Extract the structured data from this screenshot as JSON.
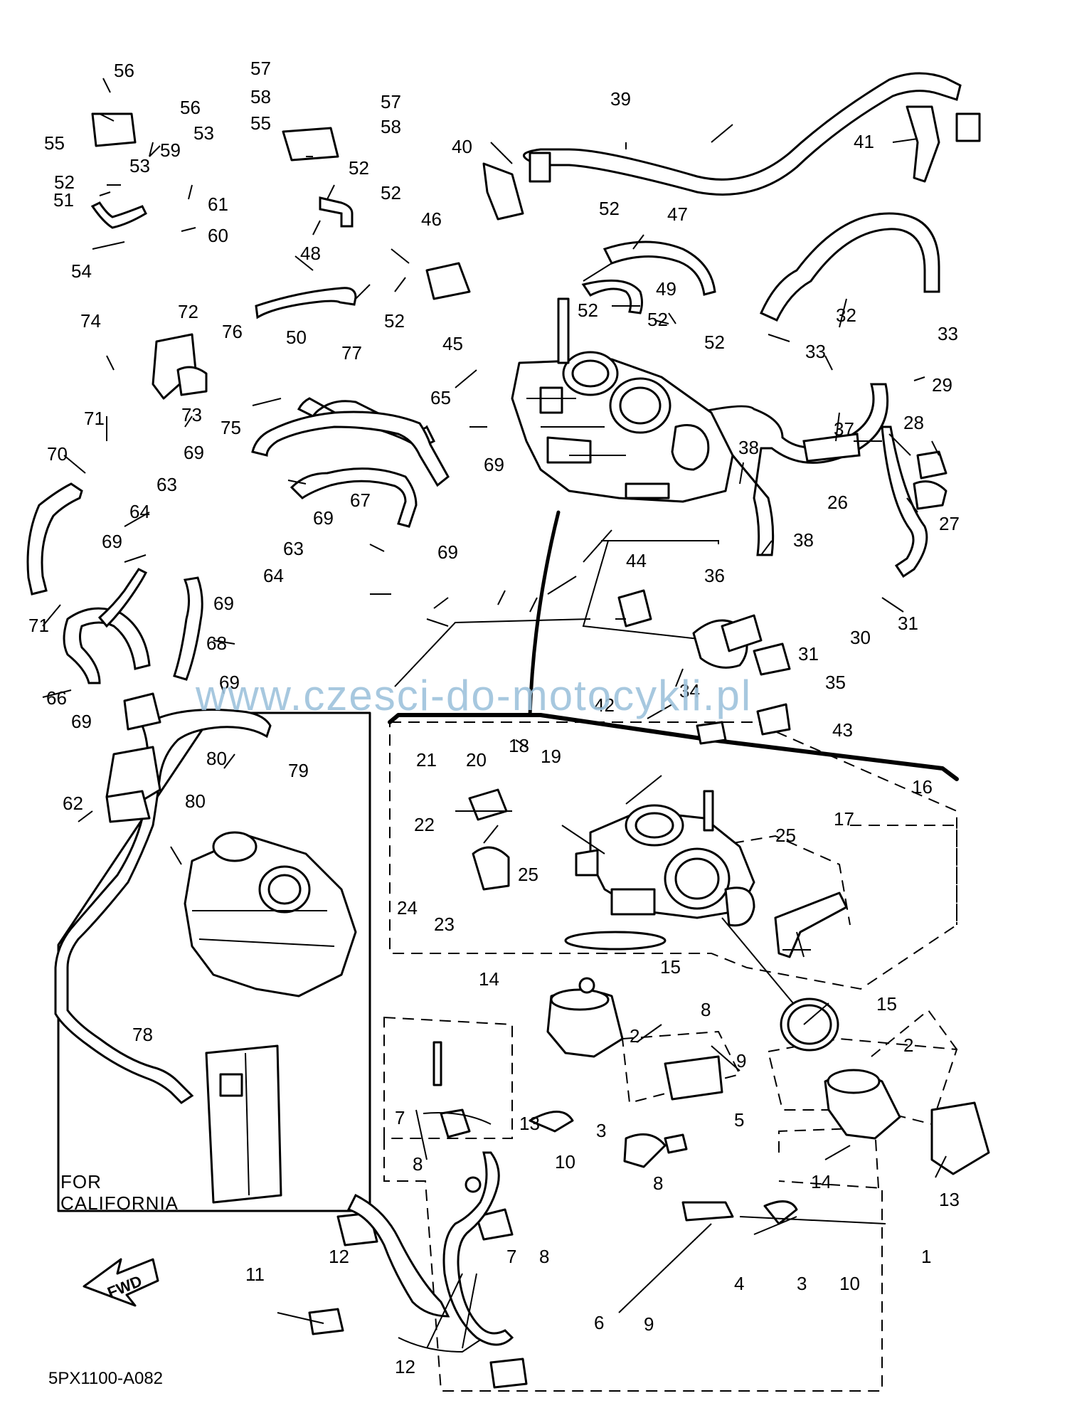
{
  "diagram": {
    "code": "5PX1100-A082",
    "watermark": "www.czesci-do-motocykli.pl",
    "california_label_line1": "FOR",
    "california_label_line2": "CALIFORNIA",
    "direction_label": "FWD"
  },
  "callouts": {
    "c1": "1",
    "c2a": "2",
    "c2b": "2",
    "c3a": "3",
    "c3b": "3",
    "c4": "4",
    "c5": "5",
    "c6": "6",
    "c7a": "7",
    "c7b": "7",
    "c8a": "8",
    "c8b": "8",
    "c8c": "8",
    "c8d": "8",
    "c9a": "9",
    "c9b": "9",
    "c10a": "10",
    "c10b": "10",
    "c11": "11",
    "c12a": "12",
    "c12b": "12",
    "c13a": "13",
    "c13b": "13",
    "c14a": "14",
    "c14b": "14",
    "c15a": "15",
    "c15b": "15",
    "c16": "16",
    "c17": "17",
    "c18": "18",
    "c19": "19",
    "c20": "20",
    "c21": "21",
    "c22": "22",
    "c23": "23",
    "c24": "24",
    "c25a": "25",
    "c25b": "25",
    "c26": "26",
    "c27": "27",
    "c28": "28",
    "c29": "29",
    "c30": "30",
    "c31a": "31",
    "c31b": "31",
    "c32": "32",
    "c33a": "33",
    "c33b": "33",
    "c34": "34",
    "c35": "35",
    "c36": "36",
    "c37": "37",
    "c38a": "38",
    "c38b": "38",
    "c39": "39",
    "c40": "40",
    "c41": "41",
    "c42": "42",
    "c43": "43",
    "c44": "44",
    "c45": "45",
    "c46": "46",
    "c47": "47",
    "c48": "48",
    "c49": "49",
    "c50": "50",
    "c51": "51",
    "c52a": "52",
    "c52b": "52",
    "c52c": "52",
    "c52d": "52",
    "c52e": "52",
    "c52f": "52",
    "c52g": "52",
    "c52h": "52",
    "c53a": "53",
    "c53b": "53",
    "c54": "54",
    "c55a": "55",
    "c55b": "55",
    "c56a": "56",
    "c56b": "56",
    "c57a": "57",
    "c57b": "57",
    "c58a": "58",
    "c58b": "58",
    "c59": "59",
    "c60": "60",
    "c61": "61",
    "c62": "62",
    "c63a": "63",
    "c63b": "63",
    "c64a": "64",
    "c64b": "64",
    "c65": "65",
    "c66": "66",
    "c67": "67",
    "c68": "68",
    "c69a": "69",
    "c69b": "69",
    "c69c": "69",
    "c69d": "69",
    "c69e": "69",
    "c69f": "69",
    "c69g": "69",
    "c69h": "69",
    "c70": "70",
    "c71a": "71",
    "c71b": "71",
    "c72": "72",
    "c73": "73",
    "c74": "74",
    "c75": "75",
    "c76": "76",
    "c77": "77",
    "c78": "78",
    "c79": "79",
    "c80a": "80",
    "c80b": "80"
  }
}
